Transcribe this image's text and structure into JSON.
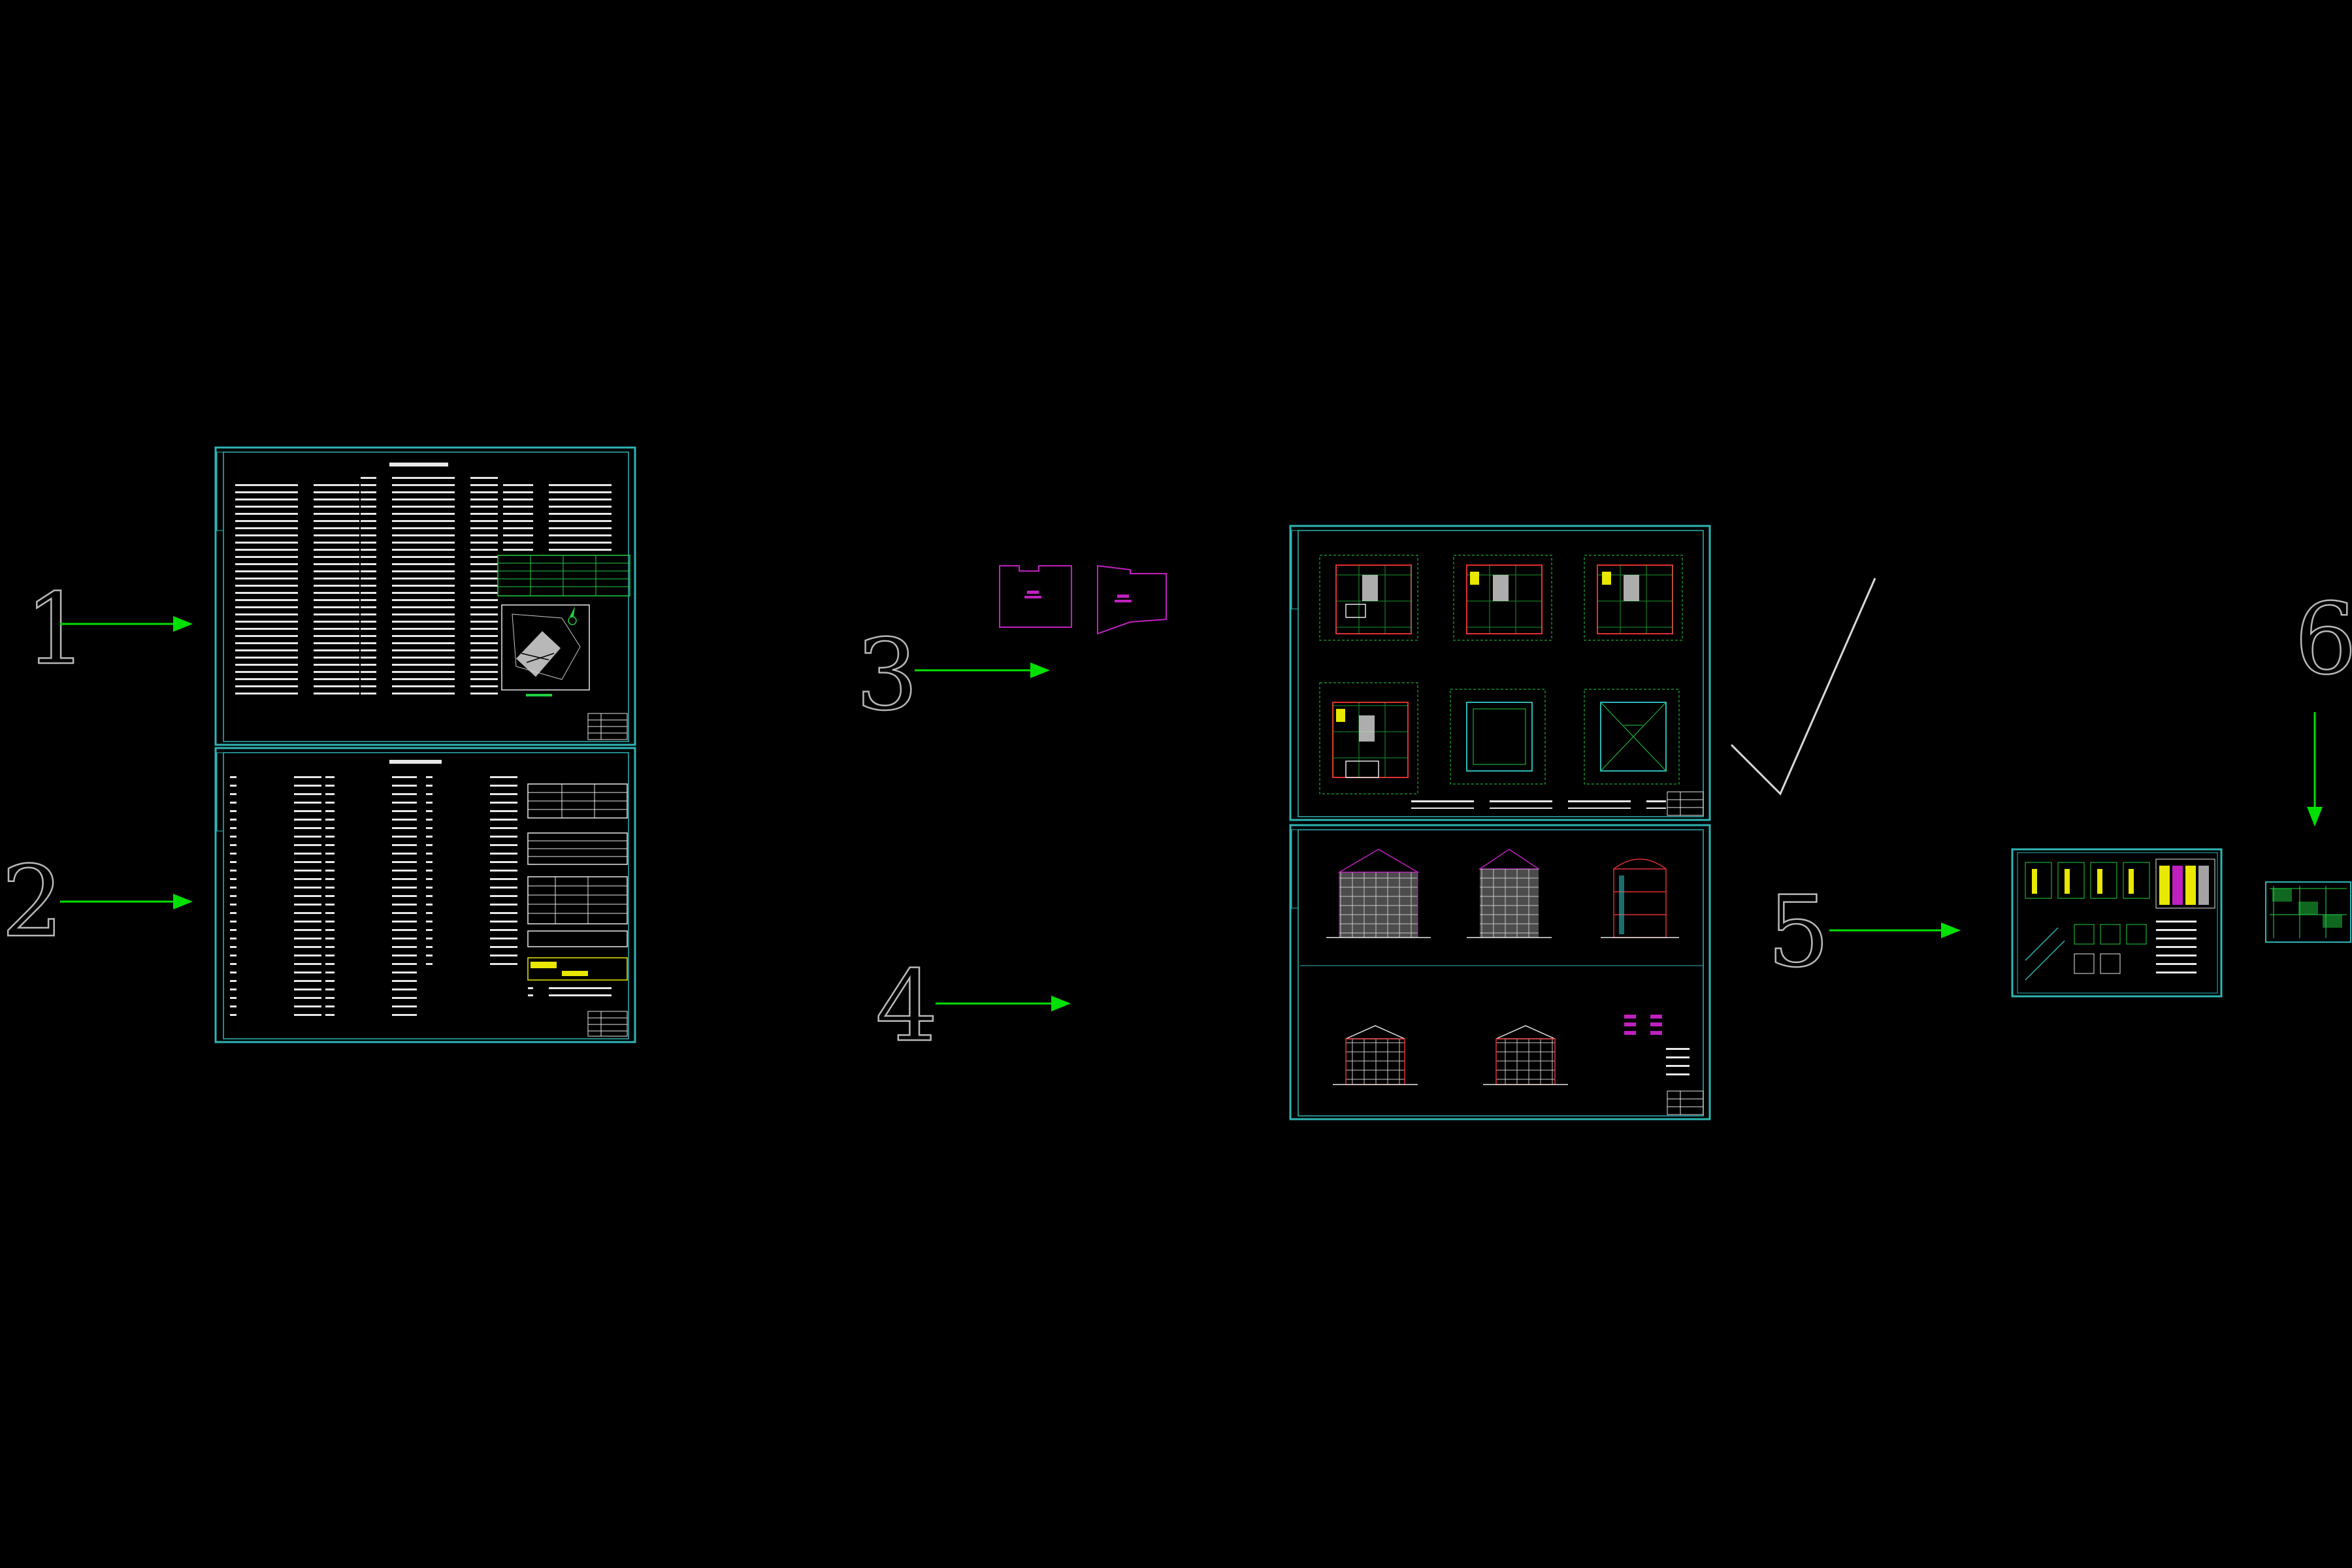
{
  "step_labels": [
    "1",
    "2",
    "3",
    "4",
    "5",
    "6"
  ],
  "colors": {
    "background": "#000000",
    "sheet_border": "#2fb5b5",
    "arrow": "#00e000",
    "step_number": "#b8b8b8",
    "checkmark": "#d8d8d8",
    "linework_green": "#20d040",
    "linework_white": "#e8e8e8",
    "linework_red": "#e03030",
    "linework_magenta": "#c020c0",
    "highlight_yellow": "#e8e800"
  },
  "sheets": {
    "sheet1": "design-notes-sheet",
    "sheet2": "construction-notes-sheet",
    "sheet3a": "magenta-outline-a",
    "sheet3b": "magenta-outline-b",
    "sheet5a": "floor-plans-sheet",
    "sheet5b": "elevations-sections-sheet",
    "sheet6a": "structural-detail-sheet",
    "sheet6b": "small-detail-sheet"
  }
}
